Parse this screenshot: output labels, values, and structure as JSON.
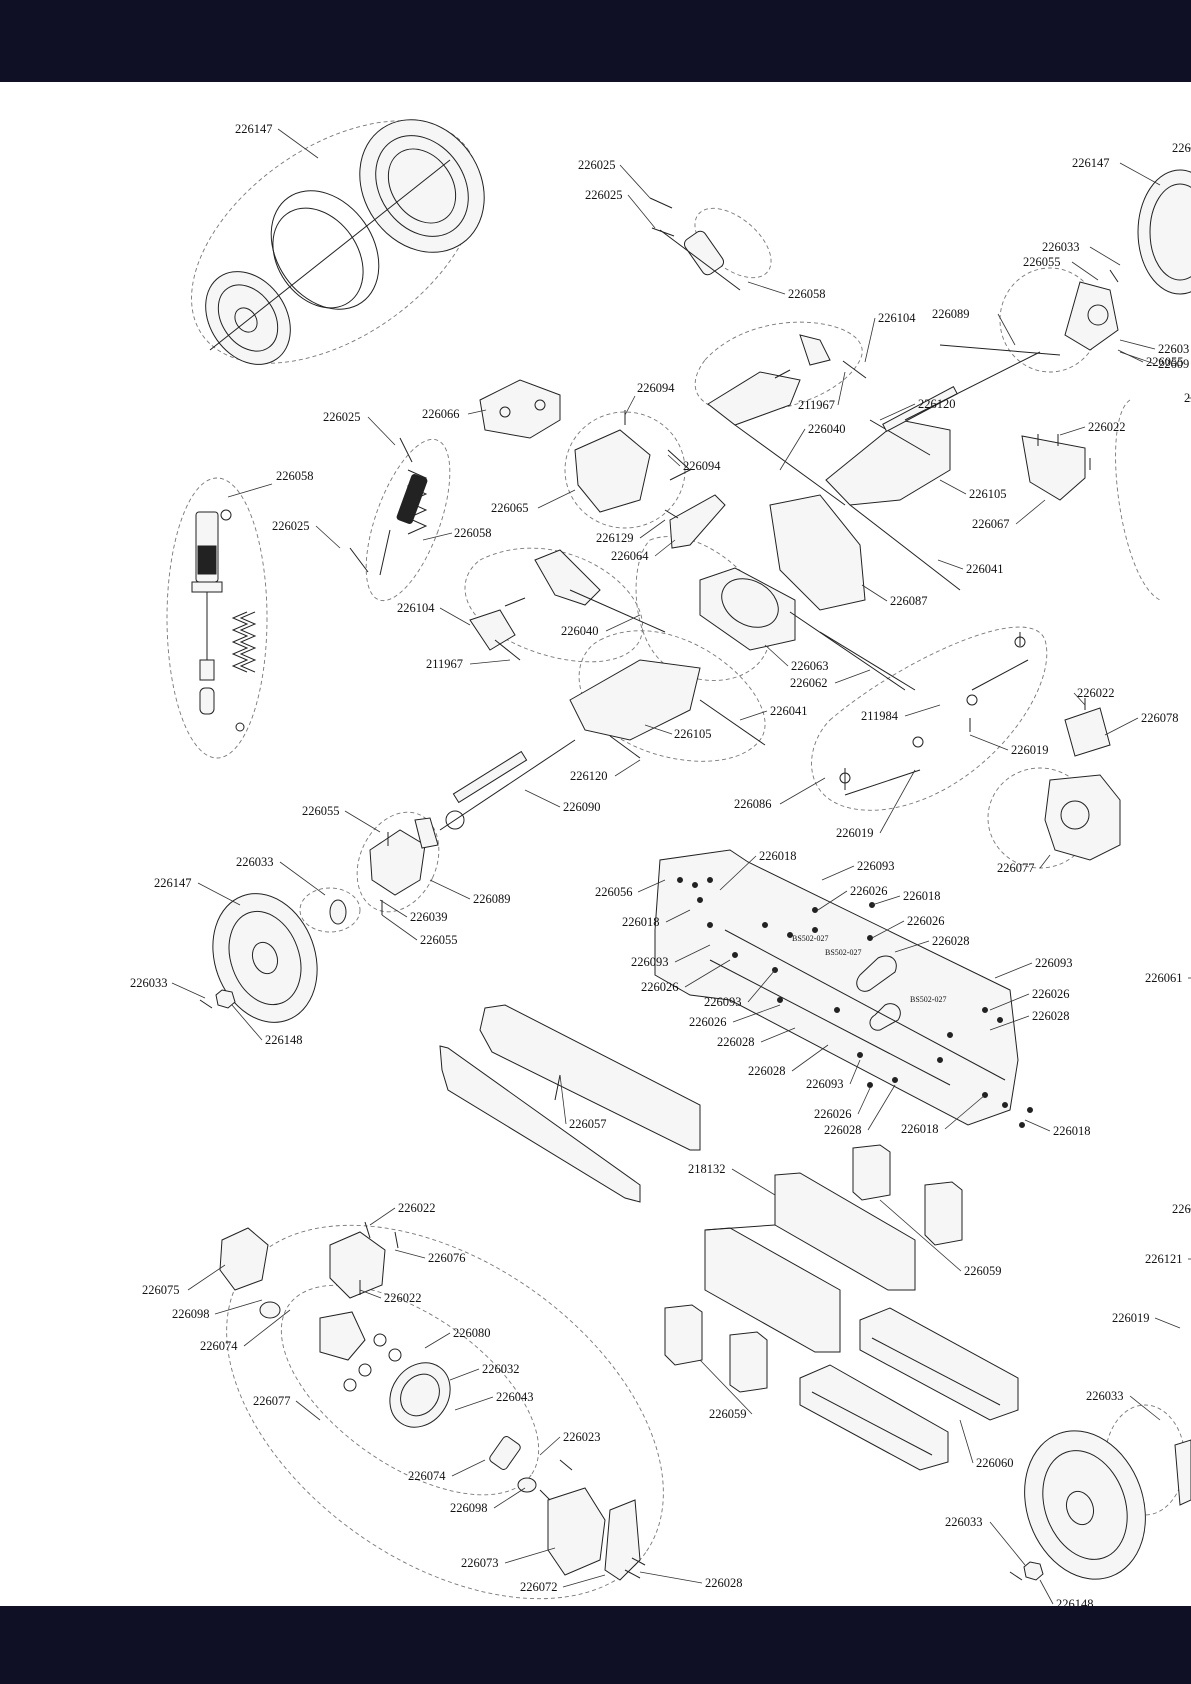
{
  "labels": [
    "226147",
    "226025",
    "226025",
    "226058",
    "226147",
    "226033",
    "226055",
    "226089",
    "226104",
    "226120",
    "211967",
    "226040",
    "226094",
    "226094",
    "226065",
    "226066",
    "226025",
    "226058",
    "226025",
    "226058",
    "226104",
    "211967",
    "226129",
    "226064",
    "226040",
    "226063",
    "226062",
    "226041",
    "226105",
    "226120",
    "226087",
    "226105",
    "226041",
    "226067",
    "226022",
    "226090",
    "226055",
    "226033",
    "226147",
    "226089",
    "226039",
    "226055",
    "226033",
    "226148",
    "211984",
    "226019",
    "226086",
    "226019",
    "226022",
    "226078",
    "226077",
    "226018",
    "226093",
    "226026",
    "226018",
    "226026",
    "226028",
    "226093",
    "226026",
    "226028",
    "226056",
    "226018",
    "226093",
    "226026",
    "226093",
    "226026",
    "226028",
    "226028",
    "226093",
    "226026",
    "226028",
    "226018",
    "226018",
    "226057",
    "218132",
    "226059",
    "226059",
    "226060",
    "226022",
    "226076",
    "226075",
    "226098",
    "226022",
    "226074",
    "226080",
    "226032",
    "226043",
    "226077",
    "226023",
    "226074",
    "226098",
    "226073",
    "226072",
    "226028",
    "226061",
    "226019",
    "226033",
    "226033",
    "226148",
    "226121",
    "226055",
    "22603",
    "22609",
    "226055",
    "22601",
    "226",
    "2"
  ]
}
